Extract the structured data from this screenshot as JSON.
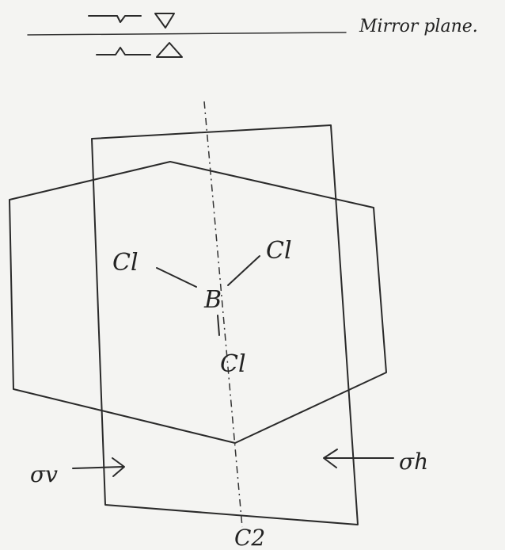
{
  "legend": {
    "label": "Mirror plane."
  },
  "molecule": {
    "central_atom": "B",
    "ligand_left": "Cl",
    "ligand_right": "Cl",
    "ligand_bottom": "Cl"
  },
  "axis_label": "C2",
  "plane_labels": {
    "vertical": "σv",
    "horizontal": "σh"
  }
}
